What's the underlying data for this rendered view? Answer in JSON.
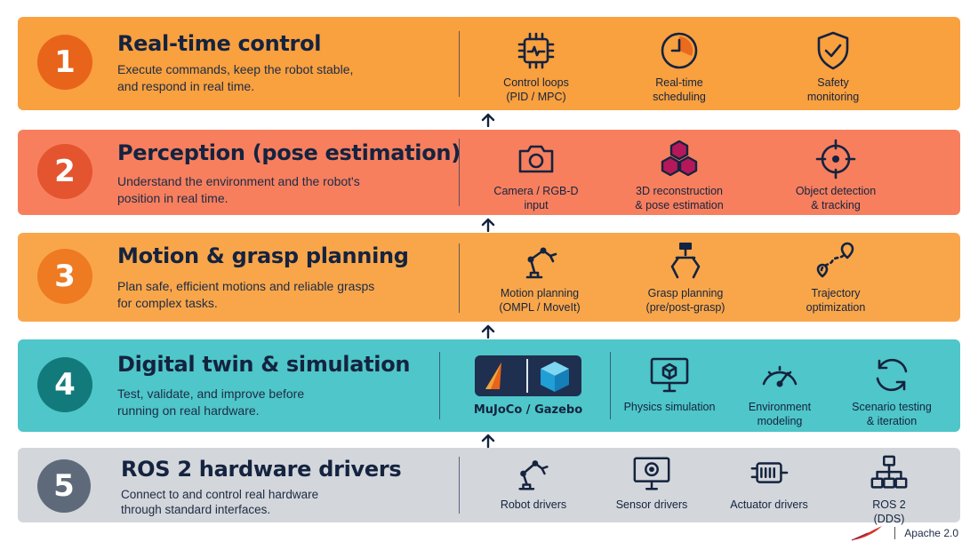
{
  "layers": [
    {
      "number": "1",
      "title": "Real-time control",
      "description": "Execute commands, keep the robot stable,\nand respond in real time.",
      "features": [
        {
          "icon": "chip-icon",
          "label": "Control loops\n(PID / MPC)"
        },
        {
          "icon": "clock-icon",
          "label": "Real-time\nscheduling"
        },
        {
          "icon": "shield-check-icon",
          "label": "Safety\nmonitoring"
        }
      ]
    },
    {
      "number": "2",
      "title": "Perception (pose estimation)",
      "description": "Understand the environment and the robot's\nposition in real time.",
      "features": [
        {
          "icon": "camera-icon",
          "label": "Camera / RGB-D\ninput"
        },
        {
          "icon": "cubes-icon",
          "label": "3D reconstruction\n& pose estimation"
        },
        {
          "icon": "crosshair-icon",
          "label": "Object detection\n& tracking"
        }
      ]
    },
    {
      "number": "3",
      "title": "Motion & grasp planning",
      "description": "Plan safe, efficient motions and reliable grasps\nfor complex tasks.",
      "features": [
        {
          "icon": "robot-arm-icon",
          "label": "Motion planning\n(OMPL / MoveIt)"
        },
        {
          "icon": "gripper-icon",
          "label": "Grasp planning\n(pre/post-grasp)"
        },
        {
          "icon": "route-icon",
          "label": "Trajectory\noptimization"
        }
      ]
    },
    {
      "number": "4",
      "title": "Digital twin & simulation",
      "description": "Test, validate, and improve before\nrunning on real hardware.",
      "logo_caption": "MuJoCo / Gazebo",
      "features": [
        {
          "icon": "monitor-cube-icon",
          "label": "Physics simulation"
        },
        {
          "icon": "gauge-icon",
          "label": "Environment\nmodeling"
        },
        {
          "icon": "refresh-icon",
          "label": "Scenario testing\n& iteration"
        }
      ]
    },
    {
      "number": "5",
      "title": "ROS 2 hardware drivers",
      "description": "Connect to and control real hardware\nthrough standard interfaces.",
      "features": [
        {
          "icon": "robot-arm-icon",
          "label": "Robot drivers"
        },
        {
          "icon": "monitor-eye-icon",
          "label": "Sensor drivers"
        },
        {
          "icon": "motor-icon",
          "label": "Actuator drivers"
        },
        {
          "icon": "network-icon",
          "label": "ROS 2\n(DDS)"
        }
      ]
    }
  ],
  "footer": {
    "license": "Apache 2.0",
    "logo_icon": "feather-icon"
  },
  "colors": {
    "layer1": "#f9a03f",
    "layer2": "#f77f5e",
    "layer3": "#f9a64a",
    "layer4": "#4fc6c9",
    "layer5": "#d3d6da",
    "badge1": "#e8641b",
    "badge2": "#e4542f",
    "badge3": "#ee7a22",
    "badge4": "#137a7c",
    "badge5": "#5e6a7a"
  }
}
